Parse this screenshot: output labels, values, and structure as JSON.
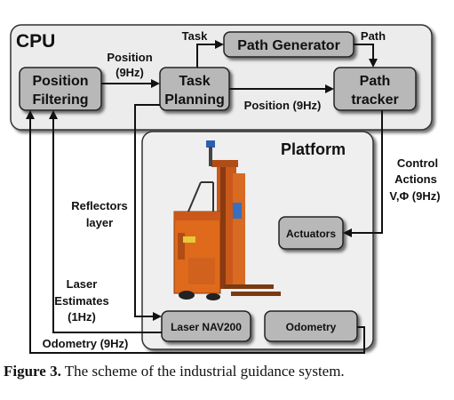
{
  "cpu": {
    "label": "CPU",
    "position_filtering": [
      "Position",
      "Filtering"
    ],
    "task_planning": [
      "Task",
      "Planning"
    ],
    "path_generator": "Path Generator",
    "path_tracker": [
      "Path",
      "tracker"
    ]
  },
  "platform": {
    "label": "Platform",
    "actuators": "Actuators",
    "laser": "Laser NAV200",
    "odometry": "Odometry",
    "photo_alt": "orange forklift"
  },
  "edges": {
    "position_9hz_top": [
      "Position",
      "(9Hz)"
    ],
    "task": "Task",
    "path": "Path",
    "position_9hz_right": "Position (9Hz)",
    "control_actions": [
      "Control",
      "Actions",
      "V,Φ (9Hz)"
    ],
    "reflectors_layer": [
      "Reflectors",
      "layer"
    ],
    "laser_estimates": [
      "Laser",
      "Estimates",
      "(1Hz)"
    ],
    "odometry_9hz": "Odometry (9Hz)"
  },
  "caption": {
    "label": "Figure 3.",
    "text": " The scheme of the industrial guidance system."
  },
  "colors": {
    "cpu_fill": "#ececec",
    "platform_fill": "#efefef",
    "node_fill": "#b8b8b8",
    "forklift_orange": "#e06a1b"
  }
}
